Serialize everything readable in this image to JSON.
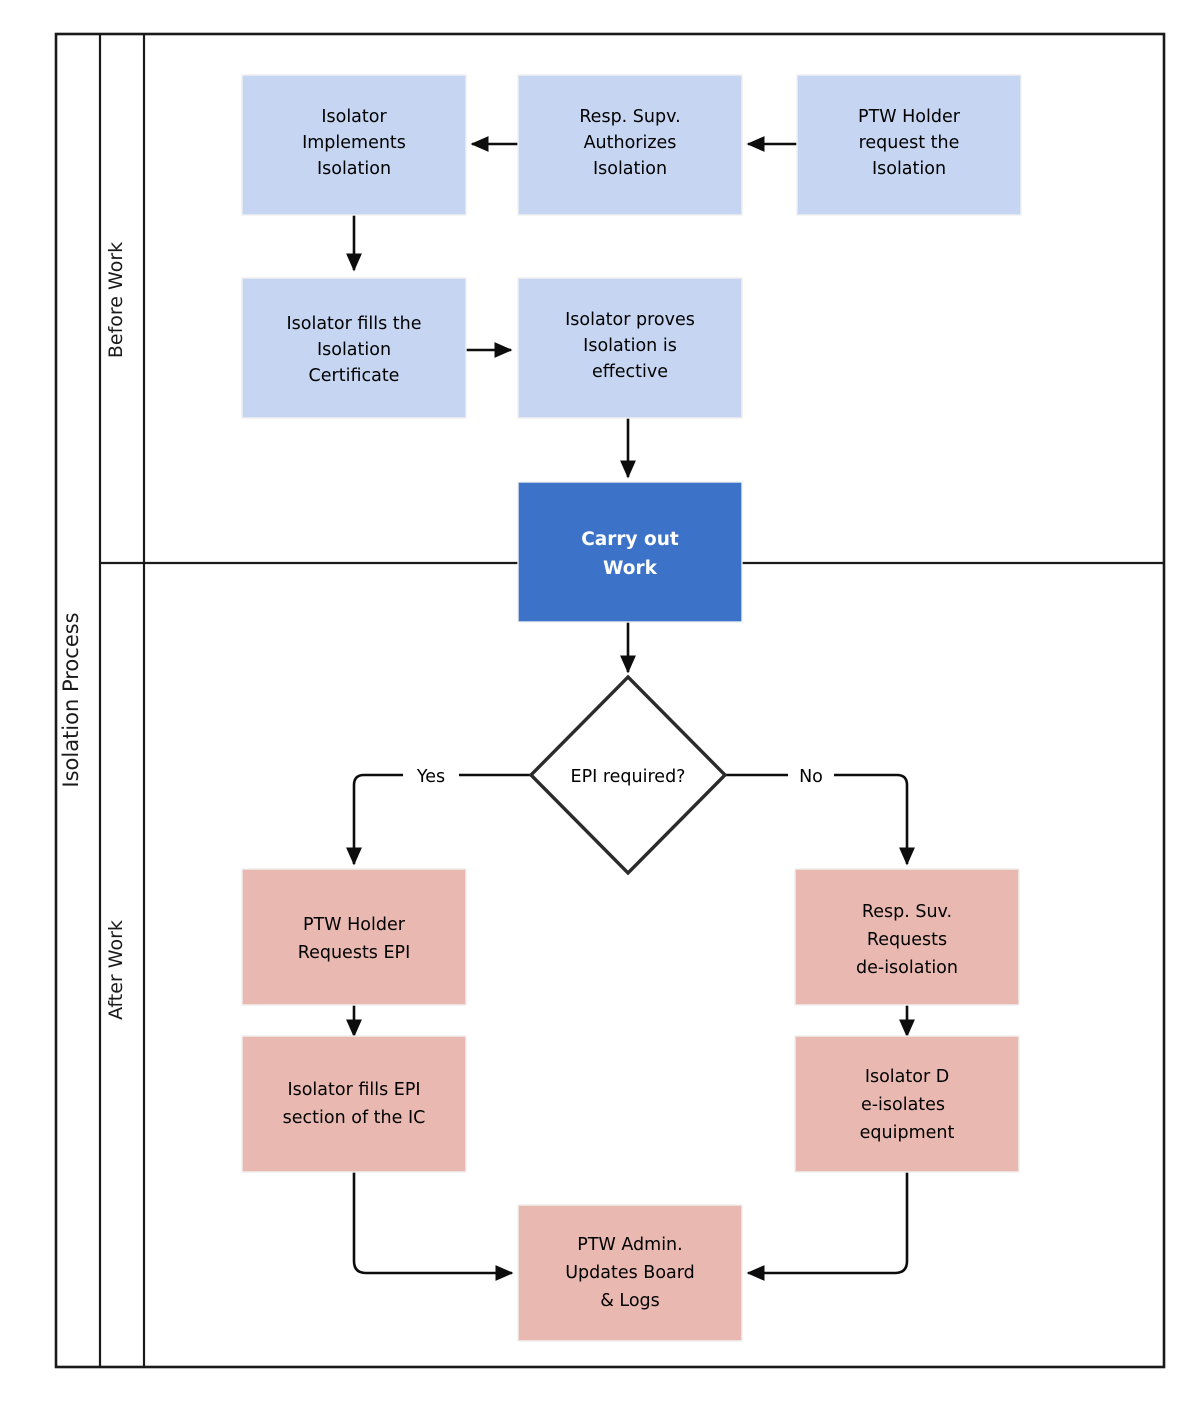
{
  "diagram": {
    "title": "Isolation Process",
    "pool_label": "Isolation Process",
    "lanes": [
      {
        "id": "before",
        "label": "Before Work"
      },
      {
        "id": "after",
        "label": "After Work"
      }
    ],
    "colors": {
      "lane_blue": "#c6d6f2",
      "accent_blue": "#3c73c9",
      "lane_pink": "#e9b9b1",
      "line": "#0d0d0d",
      "frame": "#1a1a1a",
      "white_text": "#ffffff"
    },
    "nodes": [
      {
        "id": "n1",
        "lane": "before",
        "type": "process",
        "fill": "blue",
        "lines": [
          "Isolator",
          "Implements",
          "Isolation"
        ]
      },
      {
        "id": "n2",
        "lane": "before",
        "type": "process",
        "fill": "blue",
        "lines": [
          "Resp. Supv.",
          "Authorizes",
          "Isolation"
        ]
      },
      {
        "id": "n3",
        "lane": "before",
        "type": "process",
        "fill": "blue",
        "lines": [
          "PTW Holder",
          "request the",
          "Isolation"
        ]
      },
      {
        "id": "n4",
        "lane": "before",
        "type": "process",
        "fill": "blue",
        "lines": [
          "Isolator fills the",
          "Isolation",
          "Certificate"
        ]
      },
      {
        "id": "n5",
        "lane": "before",
        "type": "process",
        "fill": "blue",
        "lines": [
          "Isolator proves",
          "Isolation is",
          "effective"
        ]
      },
      {
        "id": "n6",
        "lane": "boundary",
        "type": "process",
        "fill": "accent",
        "lines": [
          "Carry out",
          "Work"
        ]
      },
      {
        "id": "d1",
        "lane": "after",
        "type": "decision",
        "fill": "white",
        "lines": [
          "EPI required?"
        ]
      },
      {
        "id": "n7",
        "lane": "after",
        "type": "process",
        "fill": "pink",
        "lines": [
          "PTW Holder",
          "Requests EPI"
        ]
      },
      {
        "id": "n8",
        "lane": "after",
        "type": "process",
        "fill": "pink",
        "lines": [
          "Isolator fills EPI",
          "section of the IC"
        ]
      },
      {
        "id": "n9",
        "lane": "after",
        "type": "process",
        "fill": "pink",
        "lines": [
          "Resp. Suv.",
          "Requests",
          "de-isolation"
        ]
      },
      {
        "id": "n10",
        "lane": "after",
        "type": "process",
        "fill": "pink",
        "lines": [
          "Isolator D",
          "e-isolates",
          "equipment"
        ]
      },
      {
        "id": "n11",
        "lane": "after",
        "type": "process",
        "fill": "pink",
        "lines": [
          "PTW Admin.",
          "Updates Board",
          "& Logs"
        ]
      }
    ],
    "edges": [
      {
        "from": "n3",
        "to": "n2",
        "label": ""
      },
      {
        "from": "n2",
        "to": "n1",
        "label": ""
      },
      {
        "from": "n1",
        "to": "n4",
        "label": ""
      },
      {
        "from": "n4",
        "to": "n5",
        "label": ""
      },
      {
        "from": "n5",
        "to": "n6",
        "label": ""
      },
      {
        "from": "n6",
        "to": "d1",
        "label": ""
      },
      {
        "from": "d1",
        "to": "n7",
        "label": "Yes"
      },
      {
        "from": "d1",
        "to": "n9",
        "label": "No"
      },
      {
        "from": "n7",
        "to": "n8",
        "label": ""
      },
      {
        "from": "n8",
        "to": "n11",
        "label": ""
      },
      {
        "from": "n9",
        "to": "n10",
        "label": ""
      },
      {
        "from": "n10",
        "to": "n11",
        "label": ""
      }
    ],
    "edge_labels": {
      "yes": "Yes",
      "no": "No"
    }
  }
}
